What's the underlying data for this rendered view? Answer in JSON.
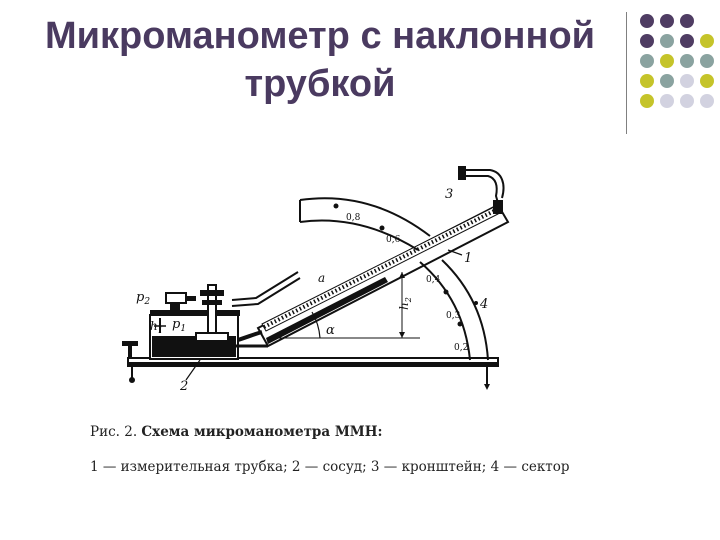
{
  "slide": {
    "title_line1": "Микроманометр с наклонной",
    "title_line2": "трубкой"
  },
  "figure": {
    "caption_prefix": "Рис. 2.",
    "caption_title": "Схема микроманометра ММН:",
    "legend": "1 — измерительная трубка; 2 — сосуд; 3 — кронштейн; 4 — сектор",
    "labels": {
      "n1": "1",
      "n2": "2",
      "n3": "3",
      "n4": "4",
      "p1": "p",
      "p1_sub": "1",
      "p2": "p",
      "p2_sub": "2",
      "h1": "h",
      "h1_sub": "1",
      "h2": "h",
      "h2_sub": "2",
      "alpha": "α",
      "a": "a",
      "s08": "0,8",
      "s06": "0,6",
      "s04": "0,4",
      "s03": "0,3",
      "s02": "0,2"
    }
  },
  "colors": {
    "title": "#4a3a60",
    "dot_purple": "#4f3d63",
    "dot_teal": "#8aa3a0",
    "dot_olive": "#c5c42a",
    "dot_lavender": "#d2d2e0"
  }
}
